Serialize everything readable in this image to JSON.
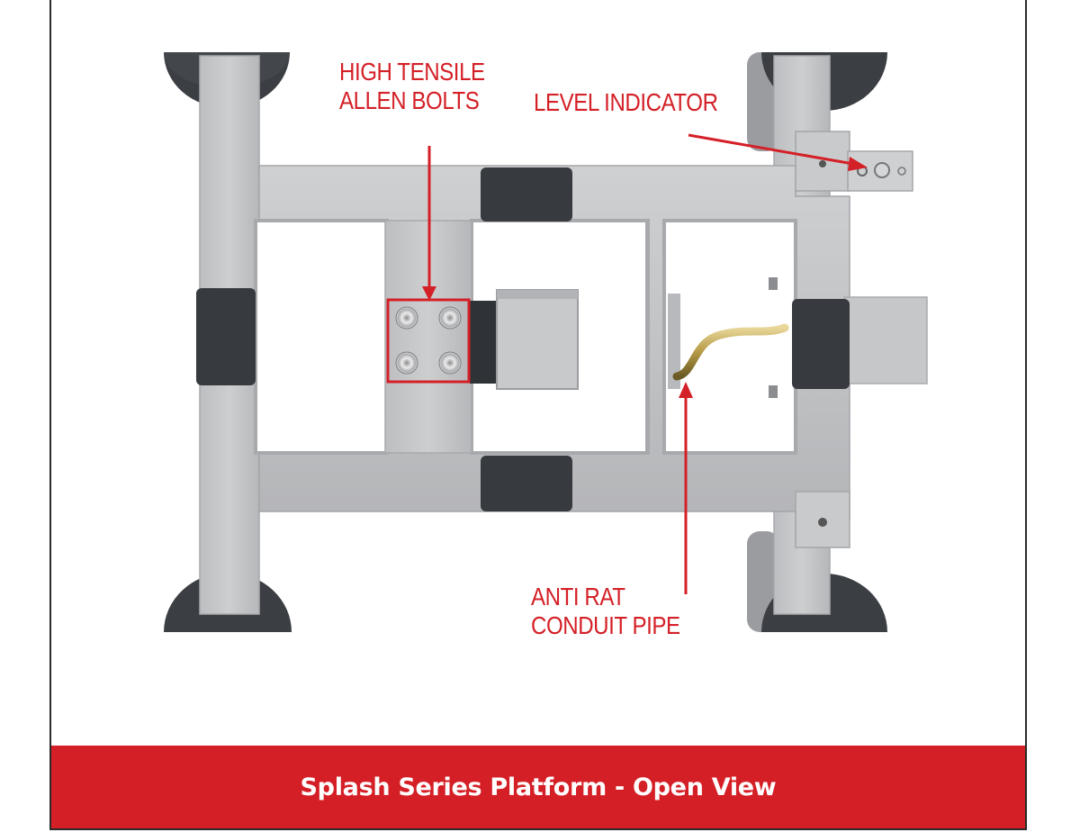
{
  "callouts": {
    "bolts": {
      "line1": "HIGH TENSILE",
      "line2": "ALLEN BOLTS"
    },
    "level": {
      "line1": "LEVEL INDICATOR"
    },
    "conduit": {
      "line1": "ANTI RAT",
      "line2": "CONDUIT PIPE"
    }
  },
  "footer": {
    "caption": "Splash Series Platform - Open View"
  },
  "colors": {
    "accent": "#d51f26",
    "steel": "#c3c3c5",
    "rubber": "#3a3d42",
    "frame_border": "#2a2a2a"
  }
}
